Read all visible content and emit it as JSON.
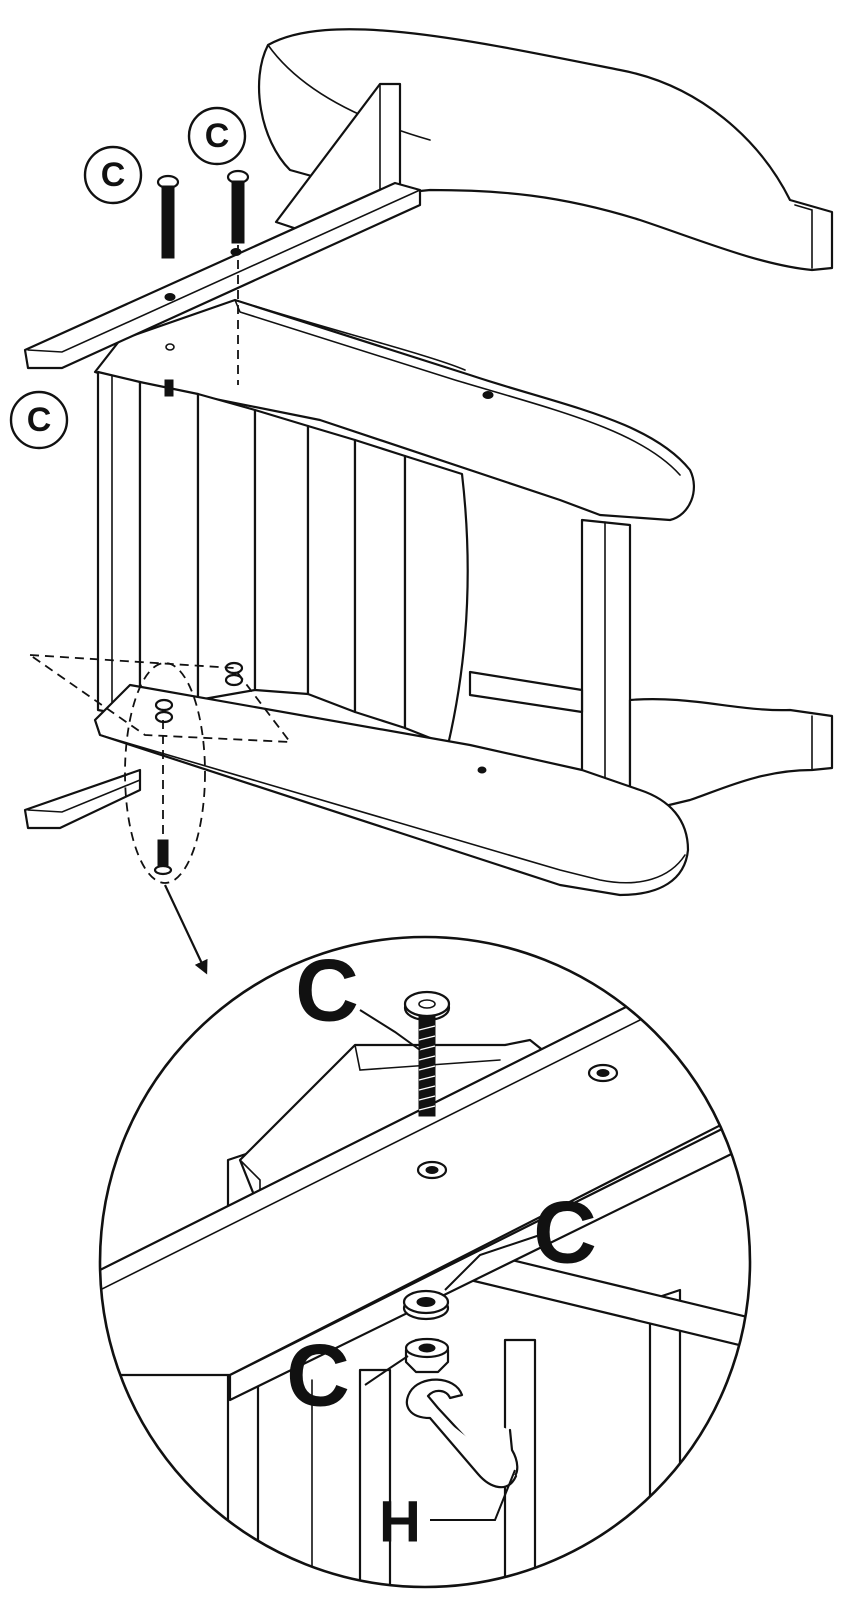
{
  "labels": {
    "top_bolt_left": "C",
    "top_bolt_right": "C",
    "left_side": "C",
    "detail_bolt": "C",
    "detail_washer": "C",
    "detail_nut": "C",
    "detail_wrench": "H"
  },
  "icons": {
    "bolt": "carriage-bolt-icon",
    "washer": "washer-icon",
    "nut": "hex-nut-icon",
    "wrench": "wrench-icon"
  },
  "colors": {
    "ink": "#111111",
    "paper": "#ffffff"
  }
}
